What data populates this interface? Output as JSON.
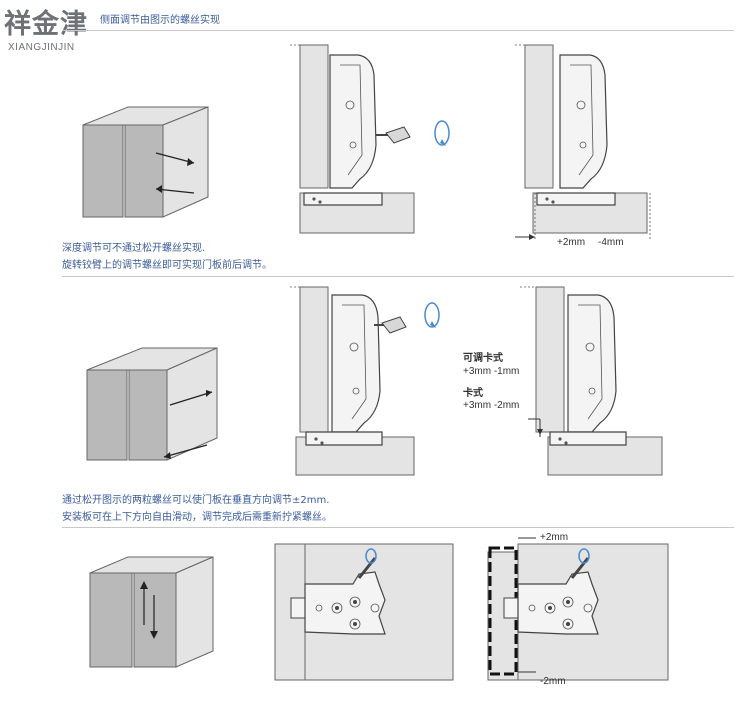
{
  "logo": {
    "chinese": "祥金津",
    "english": "XIANGJINJIN"
  },
  "header": {
    "text": "侧面调节由图示的螺丝实现"
  },
  "section1": {
    "caption_line1": "深度调节可不通过松开螺丝实现.",
    "caption_line2": "旋转铰臂上的调节螺丝即可实现门板前后调节。",
    "dim_plus": "+2mm",
    "dim_minus": "-4mm"
  },
  "section2": {
    "caption_line1": "通过松开图示的两粒螺丝可以使门板在垂直方向调节±2mm.",
    "caption_line2": "安装板可在上下方向自由滑动，调节完成后需重新拧紧螺丝。",
    "adjustable_label": "可调卡式",
    "adjustable_values": "+3mm   -1mm",
    "clip_label": "卡式",
    "clip_values": "+3mm   -2mm"
  },
  "section3": {
    "dim_top": "+2mm",
    "dim_bottom": "-2mm"
  },
  "colors": {
    "caption_blue": "#3b5c9a",
    "rotation_arrow_blue": "#4b8ac9",
    "panel_gray": "#e4e4e4",
    "door_gray": "#b9b9b9"
  }
}
